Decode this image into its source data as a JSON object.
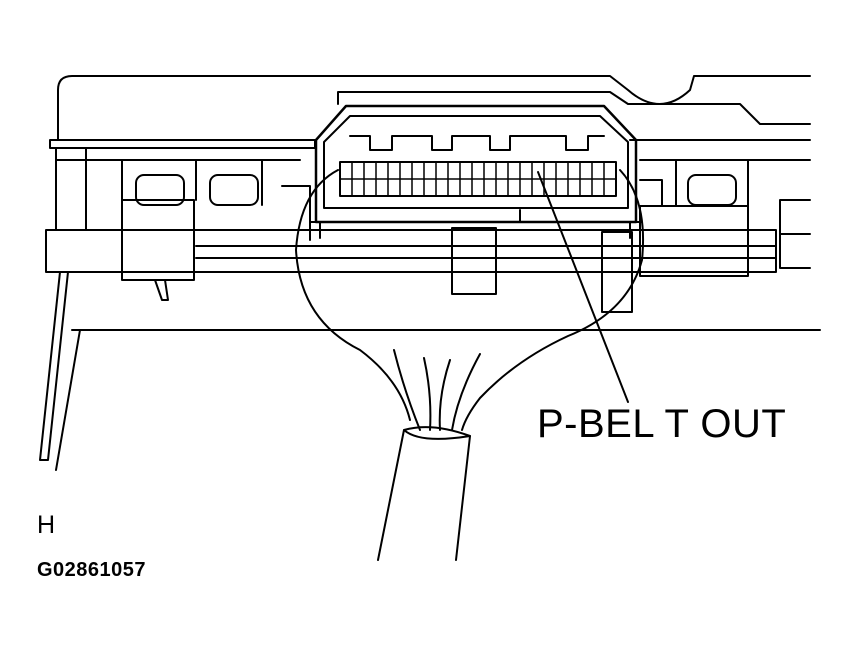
{
  "figure": {
    "callout_label": "P-BEL T OUT",
    "view_letter": "H",
    "figure_code": "G02861057"
  },
  "colors": {
    "line": "#000000",
    "background": "#ffffff"
  }
}
